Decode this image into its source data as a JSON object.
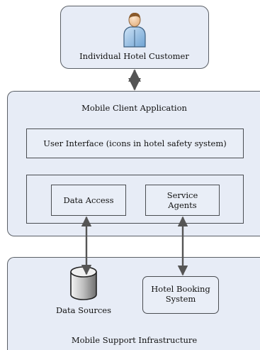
{
  "customer_box": {
    "label": "Individual Hotel Customer",
    "icon": "person-icon"
  },
  "client_app": {
    "title": "Mobile Client Application",
    "user_interface": "User Interface (icons in hotel safety system)",
    "data_access": "Data Access",
    "service_agents": "Service\nAgents"
  },
  "infrastructure": {
    "title": "Mobile Support Infrastructure",
    "data_sources": "Data Sources",
    "data_sources_icon": "database-icon",
    "hotel_booking": "Hotel Booking\nSystem"
  },
  "colors": {
    "panel_fill": "#e7ecf6",
    "border": "#5a5f66",
    "arrow": "#555555",
    "person_fill": "#9fc6ea"
  }
}
